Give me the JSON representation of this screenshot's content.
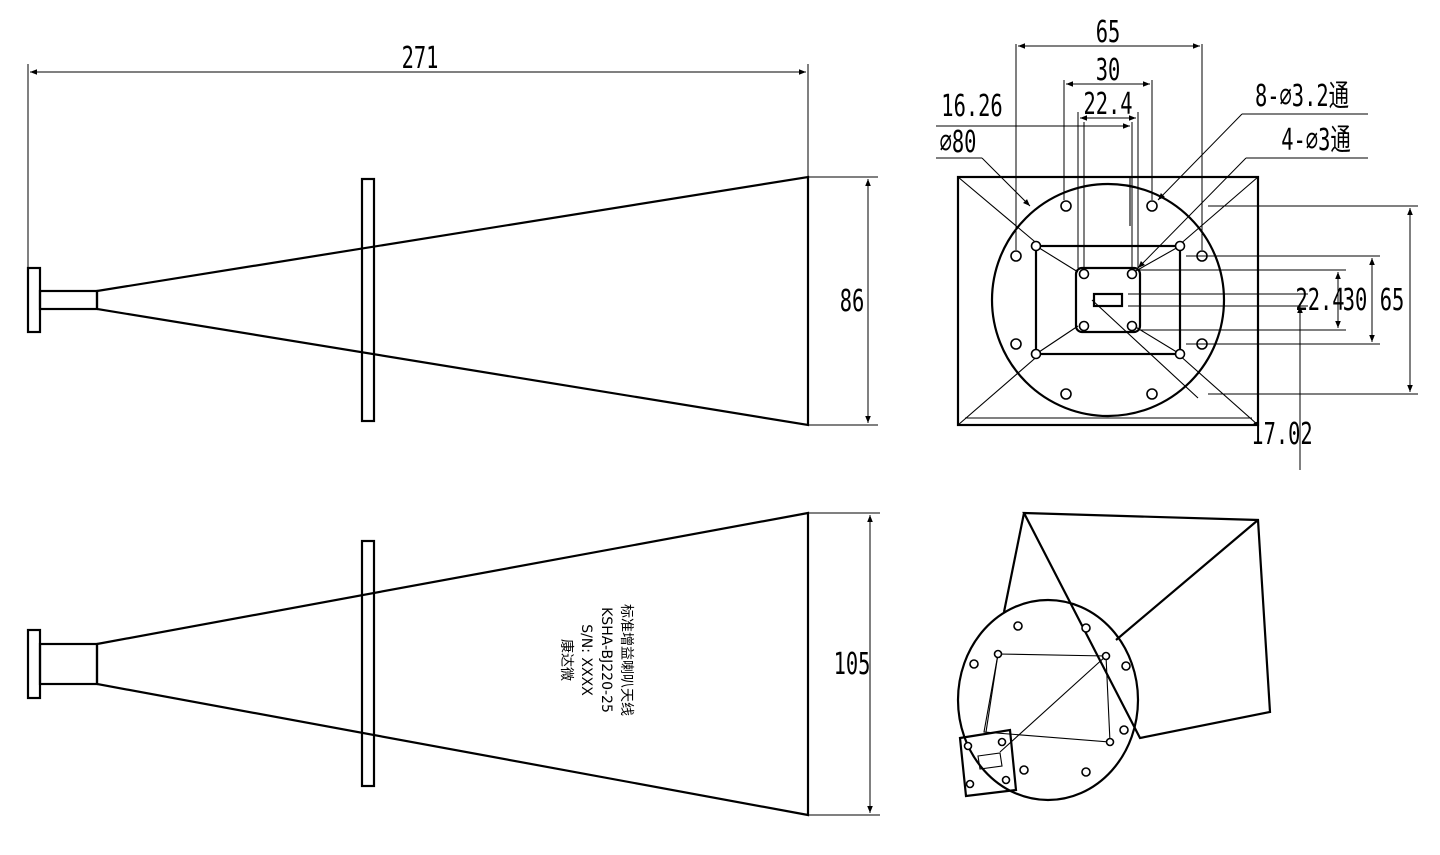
{
  "dimensions": {
    "overall_length": "271",
    "aperture_height_side": "86",
    "aperture_height_top": "105",
    "flange_square_outer": "65",
    "flange_square_inner": "30",
    "waveguide_bolt_spacing": "22.4",
    "waveguide_opening": "16.26",
    "flange_diameter": "⌀80",
    "hole_callout_large": "8-⌀3.2通",
    "hole_callout_small": "4-⌀3通",
    "right_dim_22_4": "22.4",
    "right_dim_30": "30",
    "right_dim_65": "65",
    "right_dim_17_02": "17.02"
  },
  "label_plate": {
    "line1": "标准增益喇叭天线",
    "line2": "KSHA-BJ220-25",
    "line3": "S/N: XXXX",
    "line4": "康达微"
  }
}
